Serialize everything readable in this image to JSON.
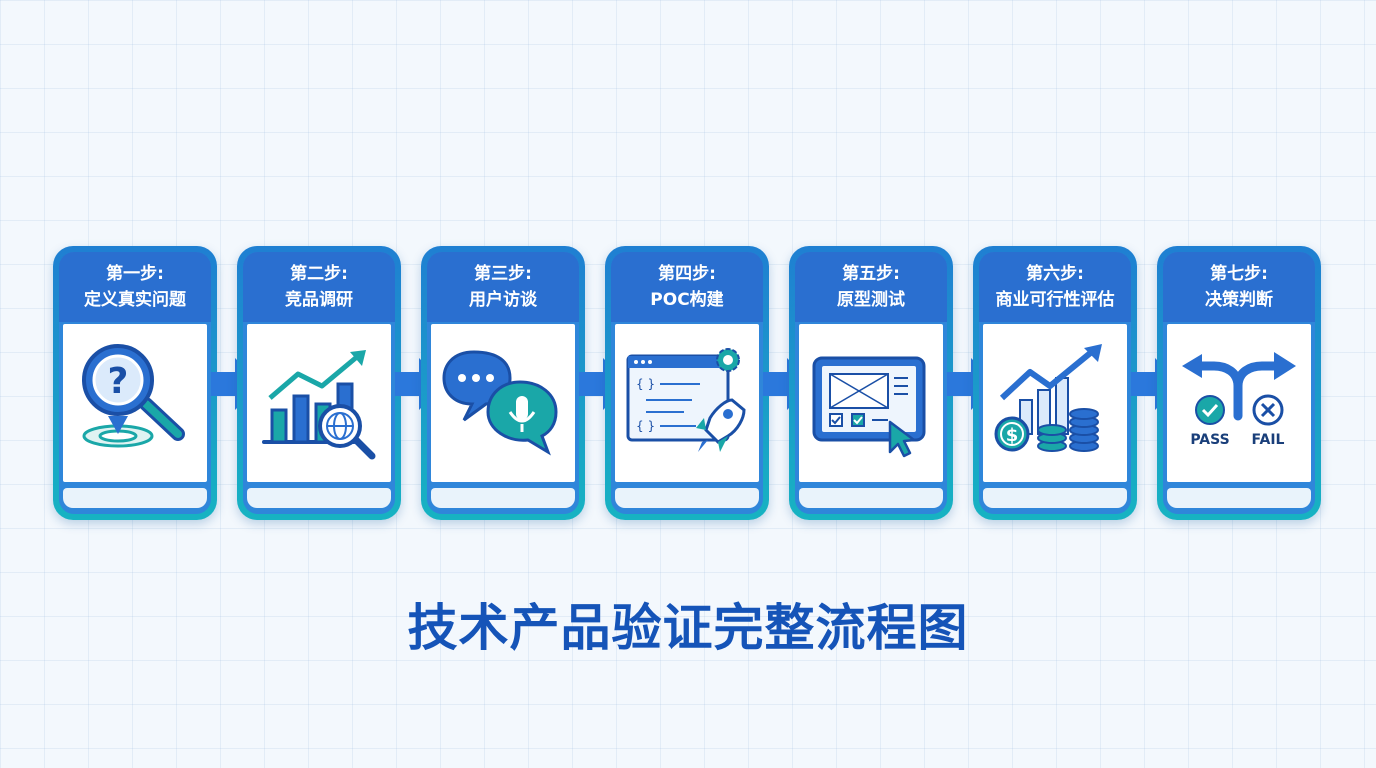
{
  "steps": [
    {
      "num": "第一步:",
      "name": "定义真实问题",
      "icon": "magnifier-question-icon"
    },
    {
      "num": "第二步:",
      "name": "竞品调研",
      "icon": "chart-globe-icon"
    },
    {
      "num": "第三步:",
      "name": "用户访谈",
      "icon": "chat-microphone-icon"
    },
    {
      "num": "第四步:",
      "name": "POC构建",
      "icon": "code-rocket-icon"
    },
    {
      "num": "第五步:",
      "name": "原型测试",
      "icon": "tablet-wireframe-icon"
    },
    {
      "num": "第六步:",
      "name": "商业可行性评估",
      "icon": "coins-growth-icon"
    },
    {
      "num": "第七步:",
      "name": "决策判断",
      "icon": "fork-decision-icon"
    }
  ],
  "decision": {
    "pass": "PASS",
    "fail": "FAIL"
  },
  "currency_symbol": "$",
  "title": "技术产品验证完整流程图",
  "colors": {
    "primary": "#2a6fd0",
    "teal": "#17b3c2",
    "title": "#1554b8",
    "arrow": "#2b78dc"
  }
}
